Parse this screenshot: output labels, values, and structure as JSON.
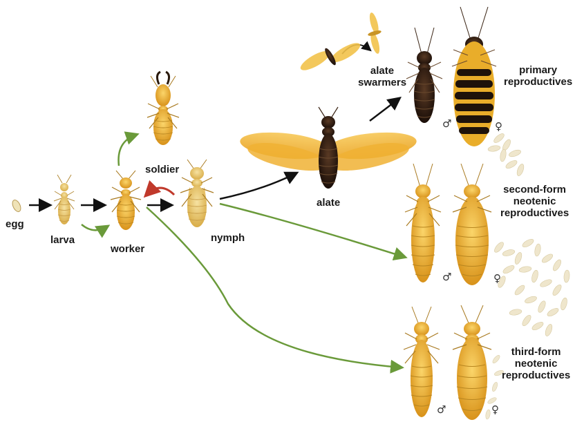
{
  "labels": {
    "egg": "egg",
    "larva": "larva",
    "worker": "worker",
    "soldier": "soldier",
    "nymph": "nymph",
    "alate": "alate",
    "alate_swarmers_line1": "alate",
    "alate_swarmers_line2": "swarmers",
    "primary_line1": "primary",
    "primary_line2": "reproductives",
    "second_line1": "second-form",
    "second_line2": "neotenic",
    "second_line3": "reproductives",
    "third_line1": "third-form",
    "third_line2": "neotenic",
    "third_line3": "reproductives"
  },
  "symbols": {
    "male": "♂",
    "female": "♀"
  },
  "colors": {
    "arrow_main": "#111111",
    "arrow_alt": "#6a9a3a",
    "arrow_back": "#c0392b",
    "body_pale": "#e8c260",
    "body_gold": "#e7ad2c",
    "body_dark": "#2b1a12",
    "wing": "#f2b636",
    "eggs": "#efe6cc"
  }
}
